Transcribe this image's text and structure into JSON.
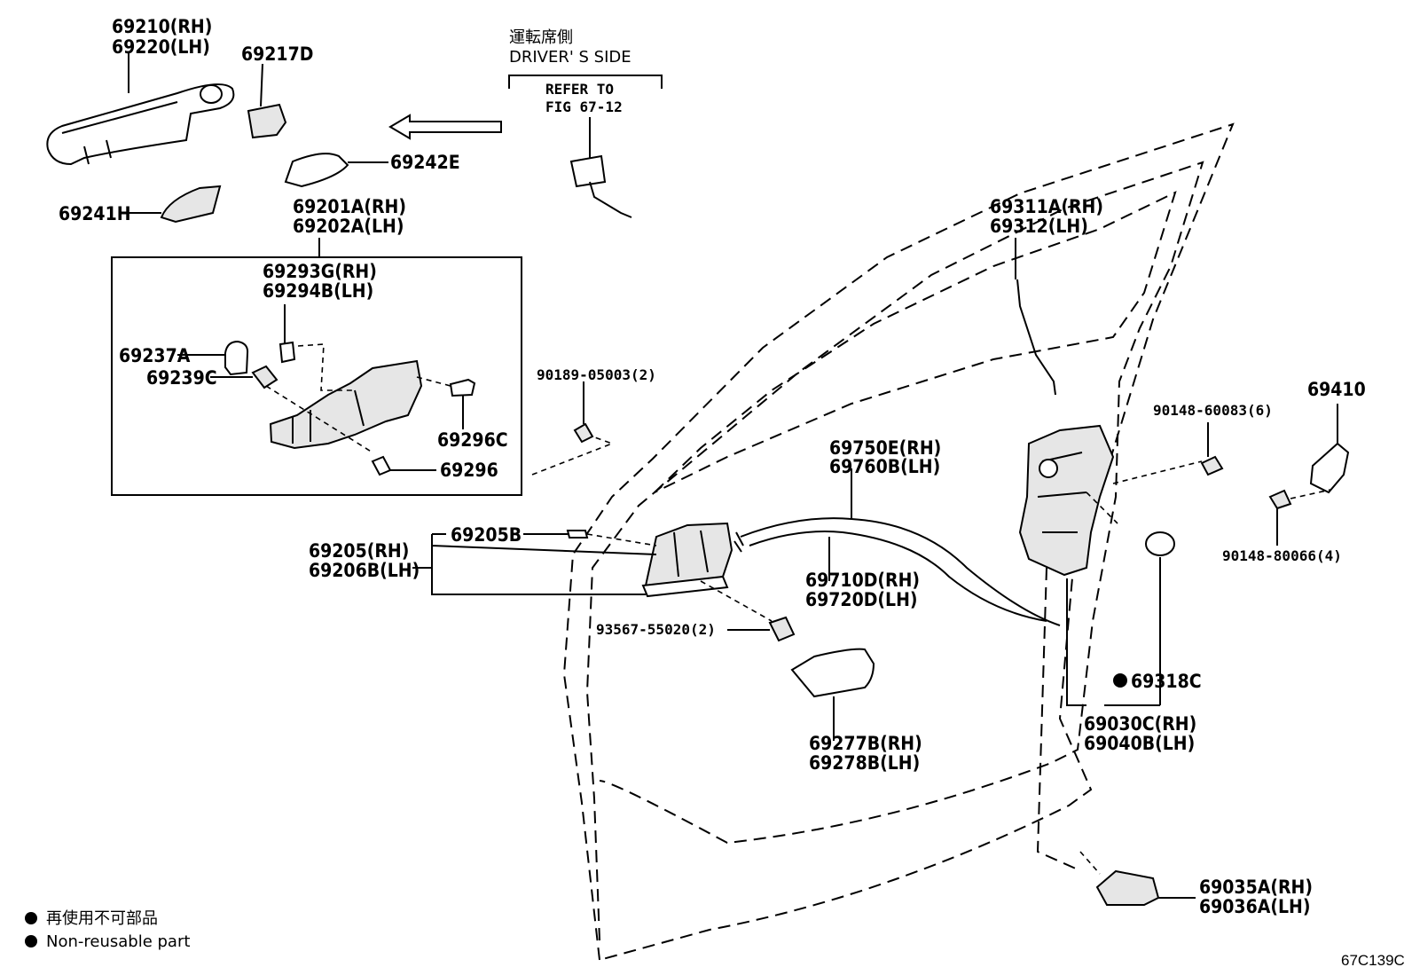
{
  "driver_side": {
    "title_jp": "運転席側",
    "title_en": "DRIVER' S SIDE",
    "refer_line1": "REFER TO",
    "refer_line2": "FIG 67-12"
  },
  "labels": {
    "p69210": "69210(RH)",
    "p69220": "69220(LH)",
    "p69217D": "69217D",
    "p69242E": "69242E",
    "p69241H": "69241H",
    "p69201A": "69201A(RH)",
    "p69202A": "69202A(LH)",
    "p69293G": "69293G(RH)",
    "p69294B": "69294B(LH)",
    "p69237A": "69237A",
    "p69239C": "69239C",
    "p69296C": "69296C",
    "p69296": "69296",
    "p90189": "90189-05003(2)",
    "p69205B": "69205B",
    "p69205": "69205(RH)",
    "p69206B": "69206B(LH)",
    "p93567": "93567-55020(2)",
    "p69750E": "69750E(RH)",
    "p69760B": "69760B(LH)",
    "p69710D": "69710D(RH)",
    "p69720D": "69720D(LH)",
    "p69277B": "69277B(RH)",
    "p69278B": "69278B(LH)",
    "p69311A": "69311A(RH)",
    "p69312": "69312(LH)",
    "p90148_60083": "90148-60083(6)",
    "p69410": "69410",
    "p90148_80066": "90148-80066(4)",
    "p69318C": "69318C",
    "p69030C": "69030C(RH)",
    "p69040B": "69040B(LH)",
    "p69035A": "69035A(RH)",
    "p69036A": "69036A(LH)"
  },
  "legend": {
    "jp": "再使用不可部品",
    "en": "Non-reusable part"
  },
  "figure_code": "67C139C"
}
